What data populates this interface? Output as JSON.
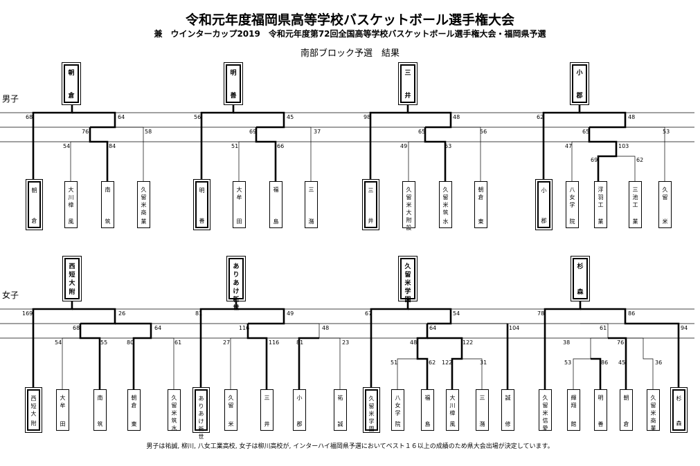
{
  "title": "令和元年度福岡県高等学校バスケットボール選手権大会",
  "subtitle": "兼　ウインターカップ2019　令和元年度第72回全国高等学校バスケットボール選手権大会・福岡県予選",
  "heading": "南部ブロック予選　結果",
  "footnote": "男子は祐誠, 柳川, 八女工業高校, 女子は柳川高校が, インターハイ福岡県予選においてベスト１６以上の成績のため県大会出場が決定しています。",
  "sections": [
    {
      "label": "男子",
      "blocks": [
        {
          "champion": "朝倉",
          "teams": [
            {
              "name": "朝倉",
              "win": true
            },
            {
              "name": "大川樟風"
            },
            {
              "name": "南筑"
            },
            {
              "name": "久留米商業"
            }
          ],
          "scores": [
            "68",
            "64",
            "76",
            "58",
            "54",
            "84"
          ]
        },
        {
          "champion": "明善",
          "teams": [
            {
              "name": "明善",
              "win": true
            },
            {
              "name": "大牟田"
            },
            {
              "name": "福島"
            },
            {
              "name": "三潴"
            }
          ],
          "scores": [
            "56",
            "45",
            "69",
            "37",
            "51",
            "66"
          ]
        },
        {
          "champion": "三井",
          "teams": [
            {
              "name": "三井",
              "win": true
            },
            {
              "name": "久留米大附設"
            },
            {
              "name": "久留米筑水"
            },
            {
              "name": "朝倉東"
            }
          ],
          "scores": [
            "98",
            "48",
            "65",
            "56",
            "49",
            "63"
          ]
        },
        {
          "champion": "小郡",
          "teams": [
            {
              "name": "小郡",
              "win": true
            },
            {
              "name": "八女学院"
            },
            {
              "name": "浮羽工業"
            },
            {
              "name": "三池工業"
            },
            {
              "name": "久留米"
            }
          ],
          "scores": [
            "62",
            "48",
            "65",
            "53",
            "47",
            "103",
            "69",
            "62"
          ]
        }
      ]
    },
    {
      "label": "女子",
      "blocks": [
        {
          "champion": "西短大附",
          "teams": [
            {
              "name": "西短大附",
              "win": true
            },
            {
              "name": "大牟田"
            },
            {
              "name": "南筑"
            },
            {
              "name": "朝倉東"
            },
            {
              "name": "久留米筑水"
            }
          ],
          "scores": [
            "169",
            "26",
            "68",
            "64",
            "54",
            "55",
            "80",
            "61"
          ]
        },
        {
          "champion": "ありあけ新世",
          "teams": [
            {
              "name": "ありあけ新世",
              "win": true
            },
            {
              "name": "久留米"
            },
            {
              "name": "三井"
            },
            {
              "name": "小郡"
            },
            {
              "name": "祐誠"
            }
          ],
          "scores": [
            "81",
            "49",
            "116",
            "48",
            "27",
            "116",
            "81",
            "23"
          ]
        },
        {
          "champion": "久留米学園",
          "teams": [
            {
              "name": "久留米学園",
              "win": true
            },
            {
              "name": "八女学院"
            },
            {
              "name": "福島"
            },
            {
              "name": "大川樟風"
            },
            {
              "name": "三潴"
            },
            {
              "name": "誠修"
            }
          ],
          "scores": [
            "67",
            "54",
            "64",
            "104",
            "48",
            "122",
            "51",
            "62",
            "122",
            "31"
          ]
        },
        {
          "champion": "杉森",
          "teams": [
            {
              "name": "久留米信愛"
            },
            {
              "name": "輝翔館"
            },
            {
              "name": "明善"
            },
            {
              "name": "朝倉"
            },
            {
              "name": "久留米商業"
            },
            {
              "name": "杉森",
              "win": true
            }
          ],
          "scores": [
            "78",
            "86",
            "61",
            "94",
            "38",
            "76",
            "53",
            "86",
            "45",
            "36"
          ]
        }
      ]
    }
  ]
}
